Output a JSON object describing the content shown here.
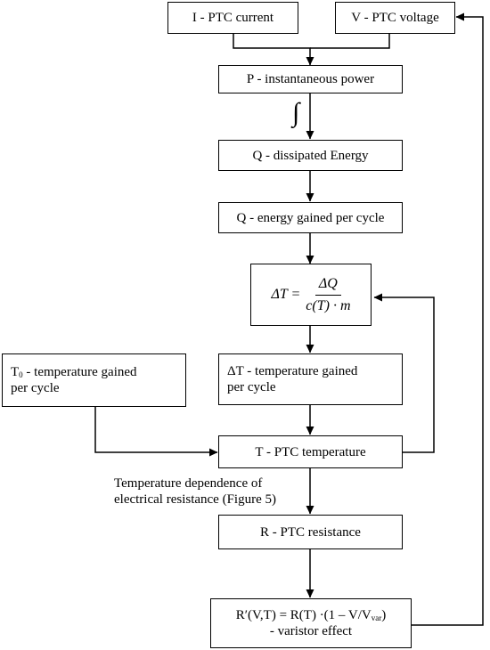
{
  "nodes": {
    "current": {
      "text": "I - PTC current"
    },
    "voltage": {
      "text": "V - PTC voltage"
    },
    "power": {
      "text": "P - instantaneous power"
    },
    "energy": {
      "text": "Q - dissipated Energy"
    },
    "energy_cycle": {
      "text": "Q - energy gained per cycle"
    },
    "equation": {
      "lhs": "ΔT =",
      "numerator": "ΔQ",
      "denominator": "c(T) · m"
    },
    "delta_t": {
      "line1": "ΔT - temperature gained",
      "line2": "per cycle"
    },
    "t0": {
      "symbol": "T",
      "subscript": "0",
      "line1_rest": " - temperature gained",
      "line2": "per cycle"
    },
    "temperature": {
      "text": "T - PTC temperature"
    },
    "resistance": {
      "text": "R - PTC resistance"
    },
    "varistor": {
      "line1_main": "R′(V,T) = R(T) ·(1 – V/V",
      "line1_sub": "var",
      "line1_end": ")",
      "line2": "- varistor effect"
    }
  },
  "annotations": {
    "integral": "∫",
    "resistance_note_line1": "Temperature dependence of",
    "resistance_note_line2": "electrical resistance (Figure 5)"
  }
}
